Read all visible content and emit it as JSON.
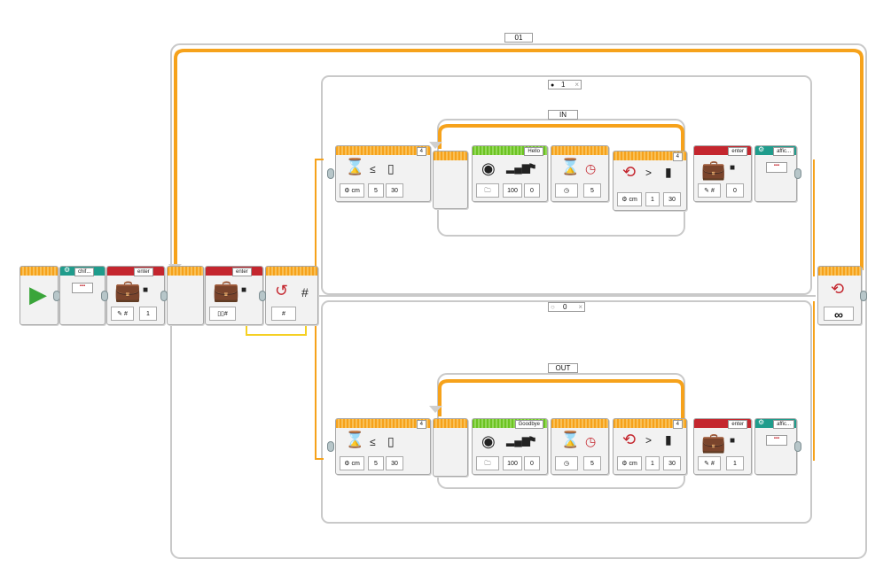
{
  "outer_loop": {
    "label": "01"
  },
  "switch_top_case": {
    "label": "1"
  },
  "switch_bottom_case": {
    "label": "0"
  },
  "inner_loop_in": {
    "label": "IN"
  },
  "inner_loop_out": {
    "label": "OUT"
  },
  "start_block": {
    "display_name": "chif..."
  },
  "var_block_1": {
    "header": "enter",
    "value": "1"
  },
  "var_block_2": {
    "header": "enter"
  },
  "top_row": {
    "ultra_sensor": {
      "port": "4",
      "param1": "5",
      "param2": "30"
    },
    "sound": {
      "header": "Hello",
      "volume": "100",
      "play": "0"
    },
    "timer_wait": {
      "seconds": "5"
    },
    "rot_sensor": {
      "port": "4",
      "param1": "1",
      "param2": "30"
    },
    "var_enter": {
      "header": "enter",
      "value": "0"
    },
    "display": {
      "header": "affic..."
    }
  },
  "bottom_row": {
    "ultra_sensor": {
      "port": "4",
      "param1": "5",
      "param2": "30"
    },
    "sound": {
      "header": "Goodbye",
      "volume": "100",
      "play": "0"
    },
    "timer_wait": {
      "seconds": "5"
    },
    "rot_sensor": {
      "port": "4",
      "param1": "1",
      "param2": "30"
    },
    "var_enter": {
      "header": "enter",
      "value": "1"
    },
    "display": {
      "header": "affic..."
    }
  },
  "loop_end": {
    "symbol": "∞"
  },
  "colors": {
    "orange": "#f6a21b",
    "red": "#c4262e",
    "green": "#6cc322",
    "teal": "#1f9c8c",
    "wire_yellow": "#f5d023"
  }
}
